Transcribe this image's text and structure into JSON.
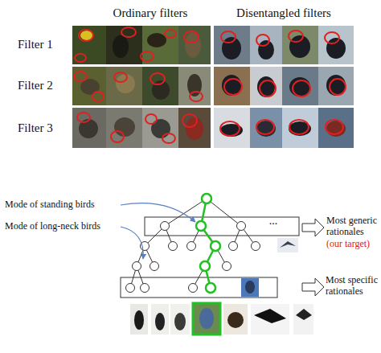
{
  "diagram": {
    "labels": [
      "Ordinary filters",
      "Disentangled filters",
      "Filter 1",
      "Filter 2",
      "Filter 3",
      "Mode of standing birds",
      "Mode of long-neck birds",
      "...",
      "Most generic rationales",
      "(our target)",
      "Most specific rationales"
    ]
  }
}
